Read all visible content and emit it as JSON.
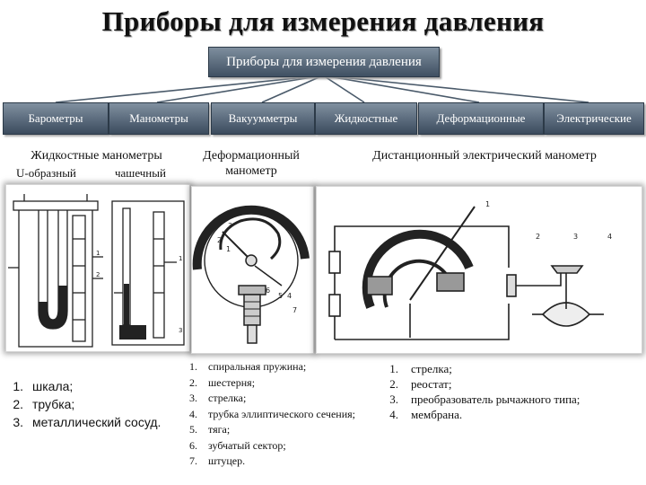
{
  "title": "Приборы для измерения давления",
  "root": "Приборы для измерения давления",
  "categories": [
    "Барометры",
    "Манометры",
    "Вакуумметры",
    "Жидкостные",
    "Деформационные",
    "Электрические"
  ],
  "sections": {
    "liquid": {
      "title": "Жидкостные манометры",
      "u_tube": "U-образный",
      "cup": "чашечный"
    },
    "deform": {
      "title_line1": "Деформационный",
      "title_line2": "манометр"
    },
    "electric": {
      "title": "Дистанционный электрический манометр"
    }
  },
  "figure_numbers": [
    "1",
    "2",
    "3",
    "4",
    "5",
    "6",
    "7"
  ],
  "legends": {
    "liquid": [
      {
        "n": "1.",
        "text": "шкала;"
      },
      {
        "n": "2.",
        "text": "трубка;"
      },
      {
        "n": "3.",
        "text": "металлический сосуд."
      }
    ],
    "deform": [
      {
        "n": "1.",
        "text": "спиральная пружина;"
      },
      {
        "n": "2.",
        "text": "шестерня;"
      },
      {
        "n": "3.",
        "text": "стрелка;"
      },
      {
        "n": "4.",
        "text": "трубка эллиптического сечения;"
      },
      {
        "n": "5.",
        "text": "тяга;"
      },
      {
        "n": "6.",
        "text": "зубчатый сектор;"
      },
      {
        "n": "7.",
        "text": "штуцер."
      }
    ],
    "electric": [
      {
        "n": "1.",
        "text": "стрелка;"
      },
      {
        "n": "2.",
        "text": "реостат;"
      },
      {
        "n": "3.",
        "text": "преобразователь рычажного типа;"
      },
      {
        "n": "4.",
        "text": "мембрана."
      }
    ]
  }
}
